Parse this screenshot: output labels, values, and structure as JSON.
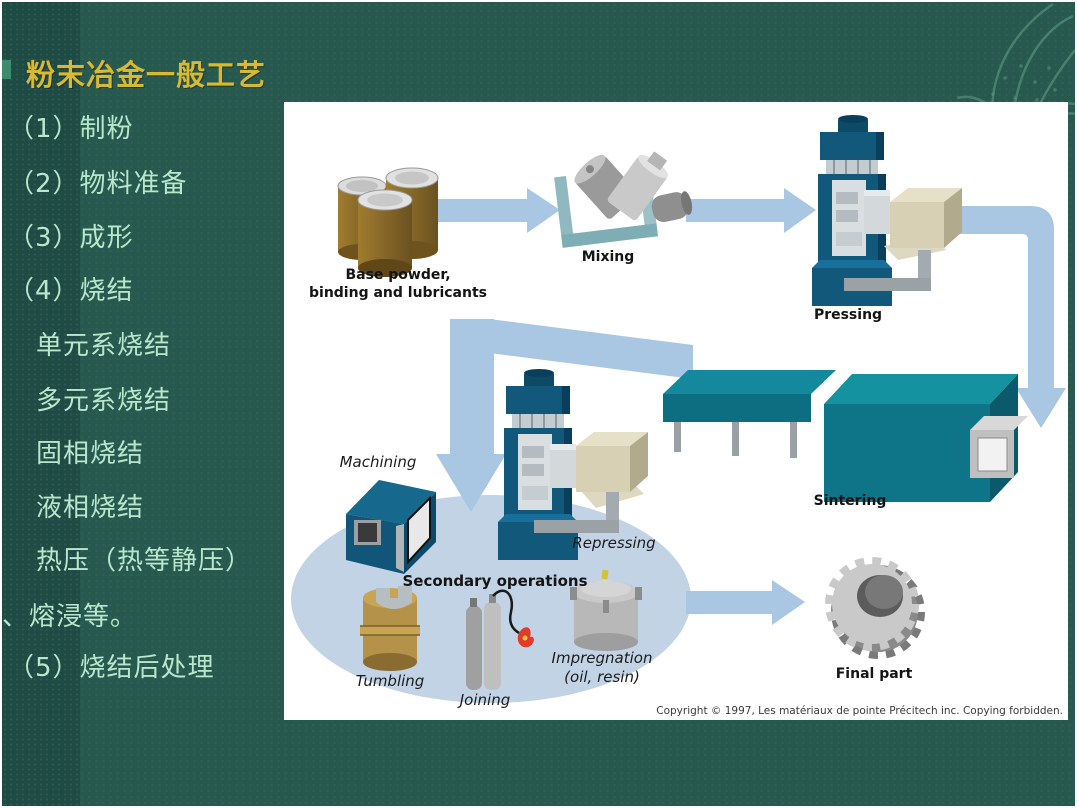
{
  "slide": {
    "title": "粉末冶金一般工艺",
    "bullets": [
      {
        "text": "（1）制粉",
        "indent": 0
      },
      {
        "text": "（2）物料准备",
        "indent": 0
      },
      {
        "text": "（3）成形",
        "indent": 0
      },
      {
        "text": "（4）烧结",
        "indent": 0
      },
      {
        "text": "单元系烧结",
        "indent": 1
      },
      {
        "text": "多元系烧结",
        "indent": 1
      },
      {
        "text": "固相烧结",
        "indent": 1
      },
      {
        "text": "液相烧结",
        "indent": 1
      },
      {
        "text": "热压（热等静压）",
        "indent": 1
      },
      {
        "text": "、熔浸等。",
        "indent": 2
      },
      {
        "text": "（5）烧结后处理",
        "indent": 0
      }
    ]
  },
  "diagram": {
    "steps": {
      "base_powder_line1": "Base powder,",
      "base_powder_line2": "binding and lubricants",
      "mixing": "Mixing",
      "pressing": "Pressing",
      "sintering": "Sintering",
      "secondary_operations": "Secondary operations",
      "machining": "Machining",
      "repressing": "Repressing",
      "tumbling": "Tumbling",
      "joining": "Joining",
      "impregnation_line1": "Impregnation",
      "impregnation_line2": "(oil, resin)",
      "final_part": "Final part"
    },
    "copyright": "Copyright © 1997, Les matériaux de pointe Précitech inc. Copying forbidden."
  },
  "colors": {
    "slide_background": "#27594f",
    "left_strip": "#1e4b44",
    "title_gold": "#d9b832",
    "list_text": "#b9e7cd",
    "panel_background": "#ffffff",
    "arrow_blue": "#a9c6e2",
    "ellipse_blue": "#c2d3e6",
    "machine_blue": "#11587a",
    "furnace_teal": "#0e7589",
    "beige": "#d7d0b4",
    "barrel_brown": "#8f6d28",
    "flame_red": "#e23b27"
  }
}
